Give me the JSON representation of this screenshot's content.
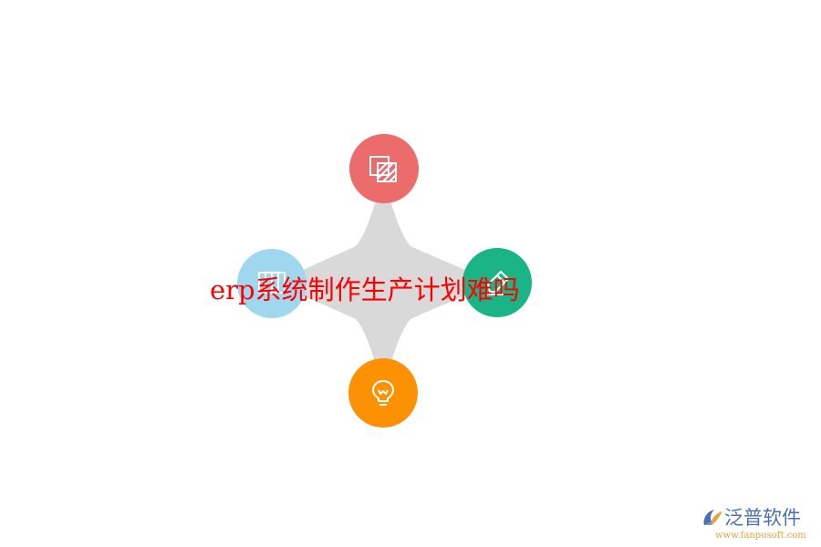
{
  "colors": {
    "background": "#ffffff",
    "star_fill": "#d9d9d9",
    "top": "#ec6b6b",
    "left": "#9fd7ef",
    "right": "#1ab486",
    "bottom": "#fd9104",
    "title": "#ff0000",
    "logo_blue": "#4a6fb5",
    "logo_orange": "#e6a23c"
  },
  "icons": {
    "top": "stacked-squares-icon",
    "left": "columns-icon",
    "right": "pencil-icon",
    "bottom": "lightbulb-icon"
  },
  "title": "erp系统制作生产计划难吗",
  "logo": {
    "name": "泛普软件",
    "url": "www.fanpusoft.com"
  }
}
